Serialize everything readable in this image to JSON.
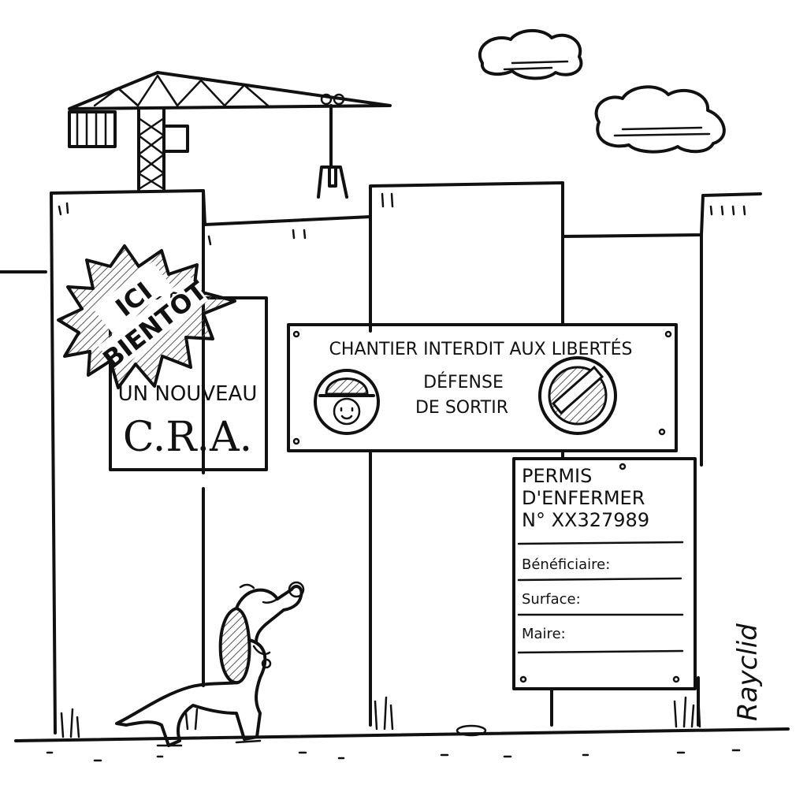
{
  "starburst": {
    "line1": "ICI",
    "line2": "BIENTÔT"
  },
  "cra_sign": {
    "line1": "UN NOUVEAU",
    "line2": "C.R.A."
  },
  "banner": {
    "title": "CHANTIER INTERDIT AUX LIBERTÉS",
    "line1": "DÉFENSE",
    "line2": "DE SORTIR",
    "left_icon": "hard-hat-face-icon",
    "right_icon": "no-entry-icon"
  },
  "permit": {
    "title_line1": "PERMIS",
    "title_line2": "D'ENFERMER",
    "number": "N° XX327989",
    "field1": "Bénéficiaire:",
    "field2": "Surface:",
    "field3": "Maire:"
  },
  "signature": "Rayclid",
  "icons": [
    "crane-icon",
    "cloud-icon",
    "dog-icon",
    "hard-hat-face-icon",
    "no-entry-icon"
  ],
  "colors": {
    "ink": "#111111",
    "paper": "#ffffff",
    "hatch": "#555555"
  }
}
